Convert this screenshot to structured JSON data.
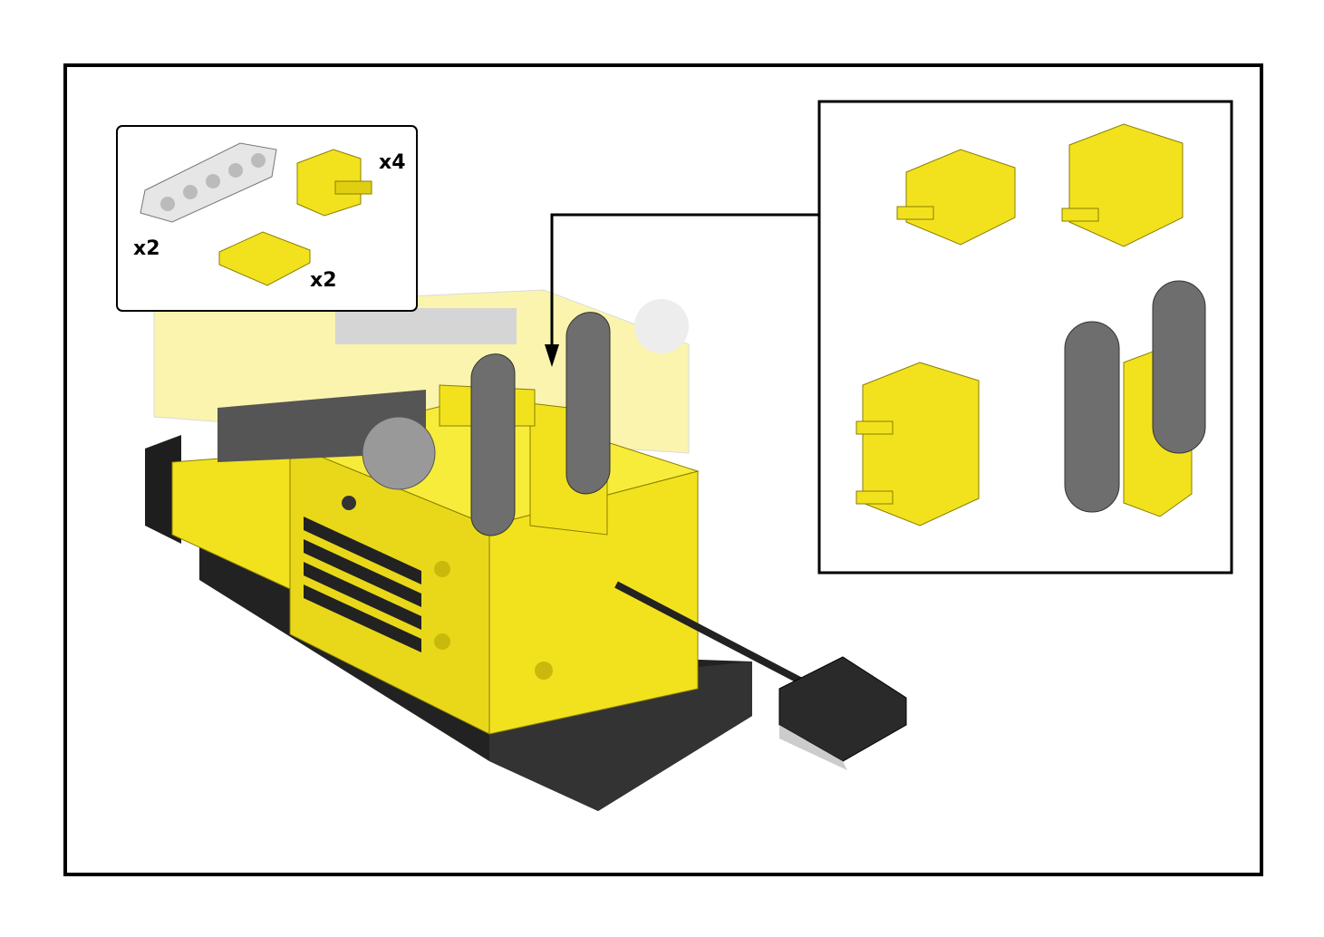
{
  "parts_list": {
    "items": [
      {
        "name": "technic-liftarm-5",
        "color": "light-gray",
        "quantity": "x2"
      },
      {
        "name": "technic-brick-2x2-with-pin",
        "color": "yellow",
        "quantity": "x4"
      },
      {
        "name": "plate-2x2",
        "color": "yellow",
        "quantity": "x2"
      }
    ]
  },
  "colors": {
    "yellow": "#f2e21e",
    "yellow_dark": "#c9b90c",
    "black": "#2a2a2a",
    "gray": "#6e6e6e",
    "light_gray": "#d8d8d8"
  }
}
